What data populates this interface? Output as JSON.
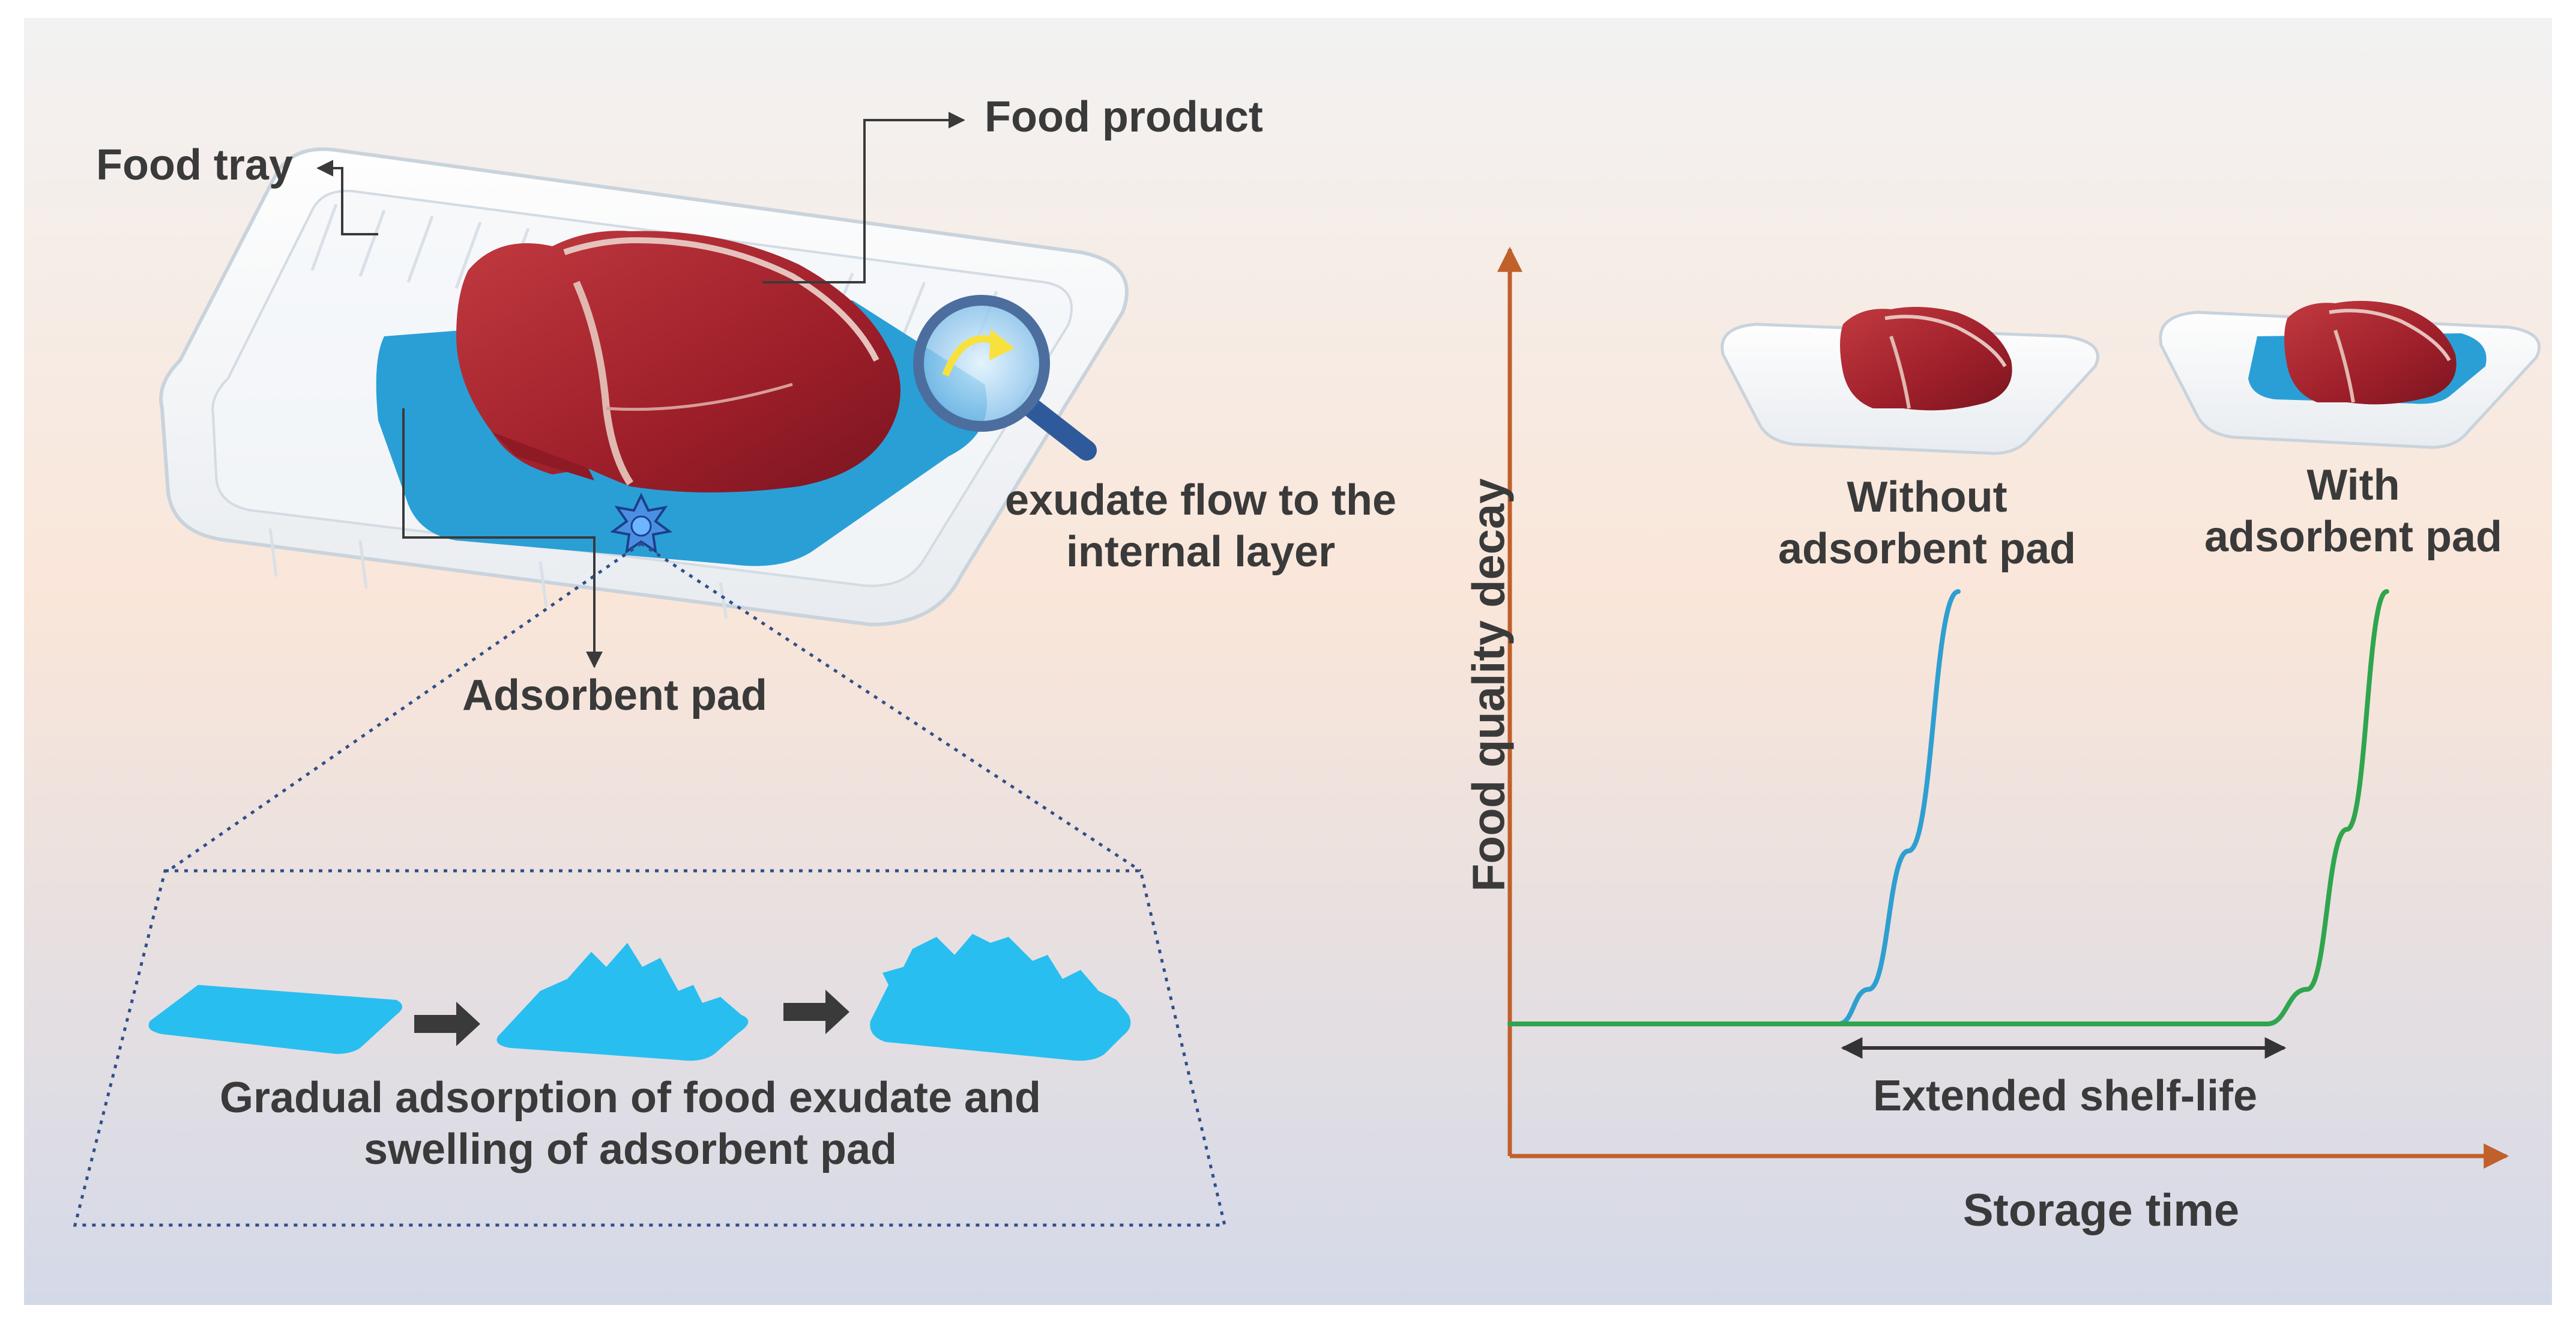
{
  "labels": {
    "food_tray": "Food tray",
    "food_product": "Food product",
    "adsorbent_pad": "Adsorbent pad",
    "exudate_line1": "exudate flow to the",
    "exudate_line2": "internal layer",
    "gradual_line1": "Gradual adsorption of food exudate and",
    "gradual_line2": "swelling of adsorbent pad"
  },
  "chart": {
    "y_axis_label": "Food quality decay",
    "x_axis_label": "Storage time",
    "without_line1": "Without",
    "without_line2": "adsorbent pad",
    "with_line1": "With",
    "with_line2": "adsorbent pad",
    "extended_label": "Extended shelf-life"
  },
  "colors": {
    "background_top": "#f2f2f2",
    "background_mid": "#fae6d9",
    "background_bottom": "#d4d9e8",
    "text": "#3a3a3a",
    "axis": "#c0602a",
    "pad_blue": "#29bef0",
    "tray_pad_blue": "#2a9fd6",
    "curve_without": "#2e9fd0",
    "curve_with": "#2fa54e",
    "meat": "#a8232e",
    "dotted": "#2e4f8a"
  },
  "chart_data": {
    "type": "line",
    "xlabel": "Storage time",
    "ylabel": "Food quality decay",
    "series": [
      {
        "name": "Without adsorbent pad",
        "x": [
          0,
          0.33,
          0.36,
          0.4,
          0.45
        ],
        "values": [
          0,
          0,
          0.08,
          0.4,
          1.0
        ]
      },
      {
        "name": "With adsorbent pad",
        "x": [
          0,
          0.33,
          0.76,
          0.8,
          0.84,
          0.88
        ],
        "values": [
          0,
          0,
          0,
          0.08,
          0.45,
          1.0
        ]
      }
    ],
    "annotations": [
      "Extended shelf-life"
    ]
  }
}
